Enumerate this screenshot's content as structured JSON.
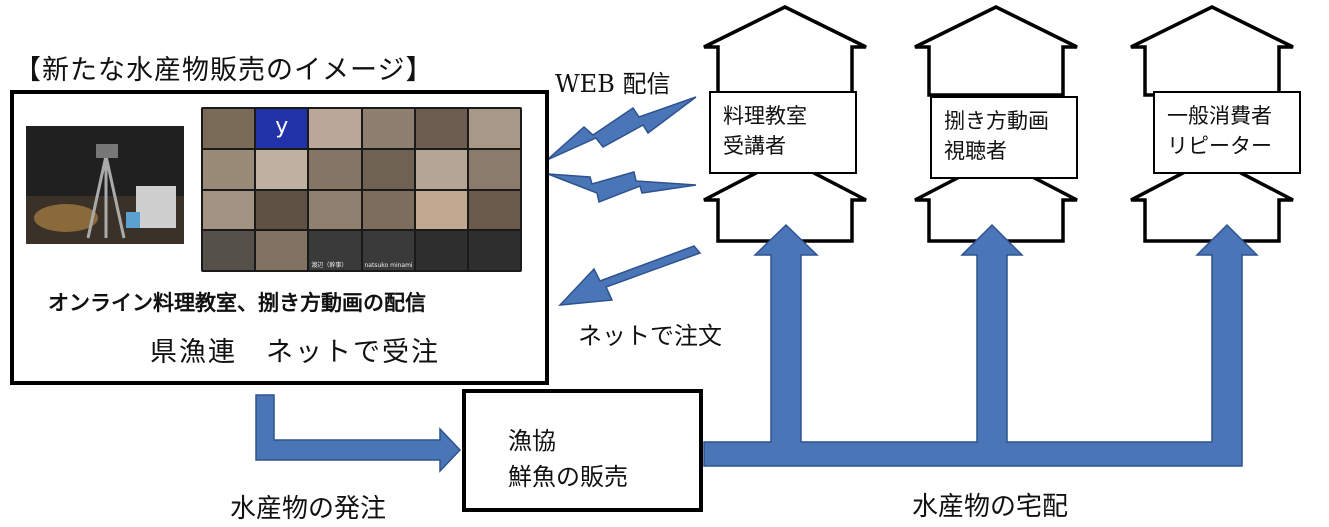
{
  "title": "【新たな水産物販売のイメージ】",
  "main_box": {
    "caption": "オンライン料理教室、捌き方動画の配信",
    "order_text": "県漁連　ネットで受注",
    "video_tiles": [
      {
        "label": ""
      },
      {
        "label": "y"
      },
      {
        "label": ""
      },
      {
        "label": ""
      },
      {
        "label": ""
      },
      {
        "label": ""
      },
      {
        "label": ""
      },
      {
        "label": ""
      },
      {
        "label": ""
      },
      {
        "label": ""
      },
      {
        "label": ""
      },
      {
        "label": ""
      },
      {
        "label": ""
      },
      {
        "label": ""
      },
      {
        "label": ""
      },
      {
        "label": ""
      },
      {
        "label": ""
      },
      {
        "label": ""
      },
      {
        "label": ""
      },
      {
        "label": ""
      },
      {
        "label": "渡辺（幹事）"
      },
      {
        "label": "natsuko minami"
      },
      {
        "label": ""
      },
      {
        "label": ""
      }
    ]
  },
  "web_label": "WEB 配信",
  "net_order_label": "ネットで注文",
  "fish_box": {
    "line1": "漁協",
    "line2": "鮮魚の販売"
  },
  "houses": [
    {
      "line1": "料理教室",
      "line2": "受講者"
    },
    {
      "line1": "捌き方動画",
      "line2": "視聴者"
    },
    {
      "line1": "一般消費者",
      "line2": "リピーター"
    }
  ],
  "order_label": "水産物の発注",
  "delivery_label": "水産物の宅配",
  "colors": {
    "arrow_fill": "#4a76b8",
    "arrow_stroke": "#2f528f",
    "border": "#000000"
  }
}
